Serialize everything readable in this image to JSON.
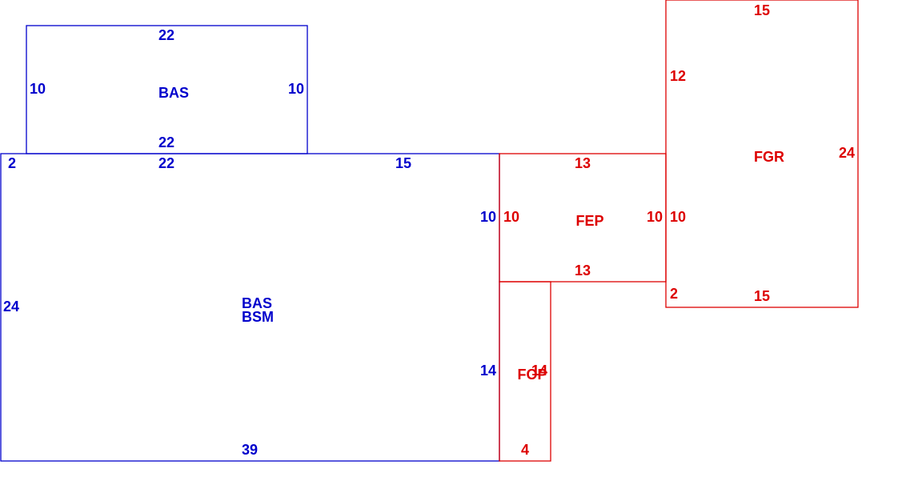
{
  "colors": {
    "main": "#0000cc",
    "accessory": "#dd0000",
    "background": "#ffffff"
  },
  "areas": {
    "bas_upper": {
      "label": "BAS",
      "dims": {
        "top": "22",
        "left": "10",
        "right": "10",
        "bottom": "22"
      }
    },
    "bas_main": {
      "labels": [
        "BAS",
        "BSM"
      ],
      "dims": {
        "top_left_step": "2",
        "top_a": "22",
        "top_b": "15",
        "left": "24",
        "right_upper": "10",
        "right_lower": "14",
        "bottom": "39"
      }
    },
    "fep": {
      "label": "FEP",
      "dims": {
        "top": "13",
        "left": "10",
        "right": "10",
        "bottom": "13"
      }
    },
    "fgr": {
      "label": "FGR",
      "dims": {
        "top": "15",
        "left_upper": "12",
        "left_mid": "10",
        "left_lower": "2",
        "right": "24",
        "bottom": "15"
      }
    },
    "fop": {
      "label": "FOP",
      "dims": {
        "right": "14",
        "bottom": "4"
      }
    }
  }
}
